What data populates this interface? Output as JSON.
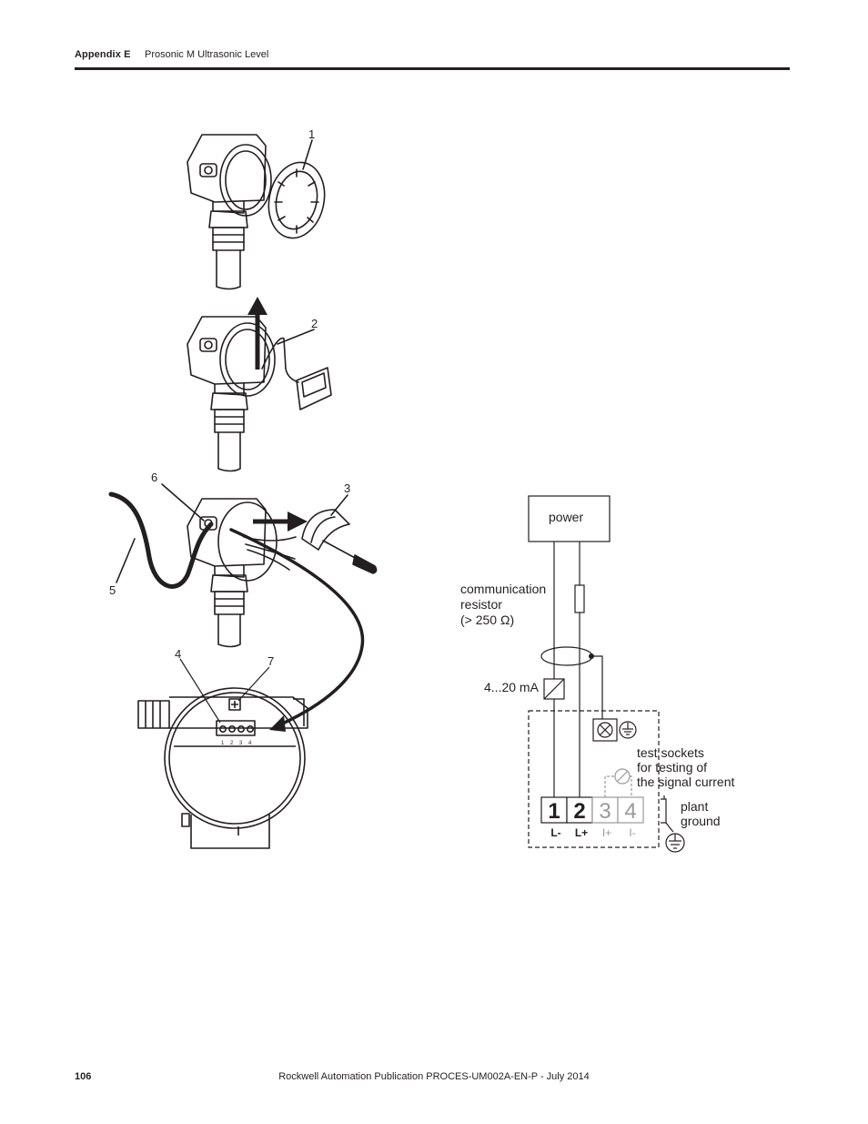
{
  "header": {
    "appendix": "Appendix E",
    "title": "Prosonic M Ultrasonic Level"
  },
  "device_figure": {
    "callouts": [
      "1",
      "2",
      "3",
      "4",
      "5",
      "6",
      "7"
    ],
    "terminal_numbers": [
      "1",
      "2",
      "3",
      "4"
    ]
  },
  "wiring_diagram": {
    "power_label": "power",
    "resistor_label": [
      "communication",
      "resistor",
      "(> 250 Ω)"
    ],
    "current_label": "4...20 mA",
    "test_sockets_label": [
      "test sockets",
      "for testing of",
      "the signal current"
    ],
    "plant_ground_label": [
      "plant",
      "ground"
    ],
    "terminals": [
      {
        "number": "1",
        "signal": "L-"
      },
      {
        "number": "2",
        "signal": "L+"
      },
      {
        "number": "3",
        "signal": "I+"
      },
      {
        "number": "4",
        "signal": "I-"
      }
    ]
  },
  "footer": {
    "page_number": "106",
    "publication": "Rockwell Automation Publication PROCES-UM002A-EN-P - July 2014"
  },
  "colors": {
    "ink": "#231f20",
    "grey": "#999999"
  }
}
